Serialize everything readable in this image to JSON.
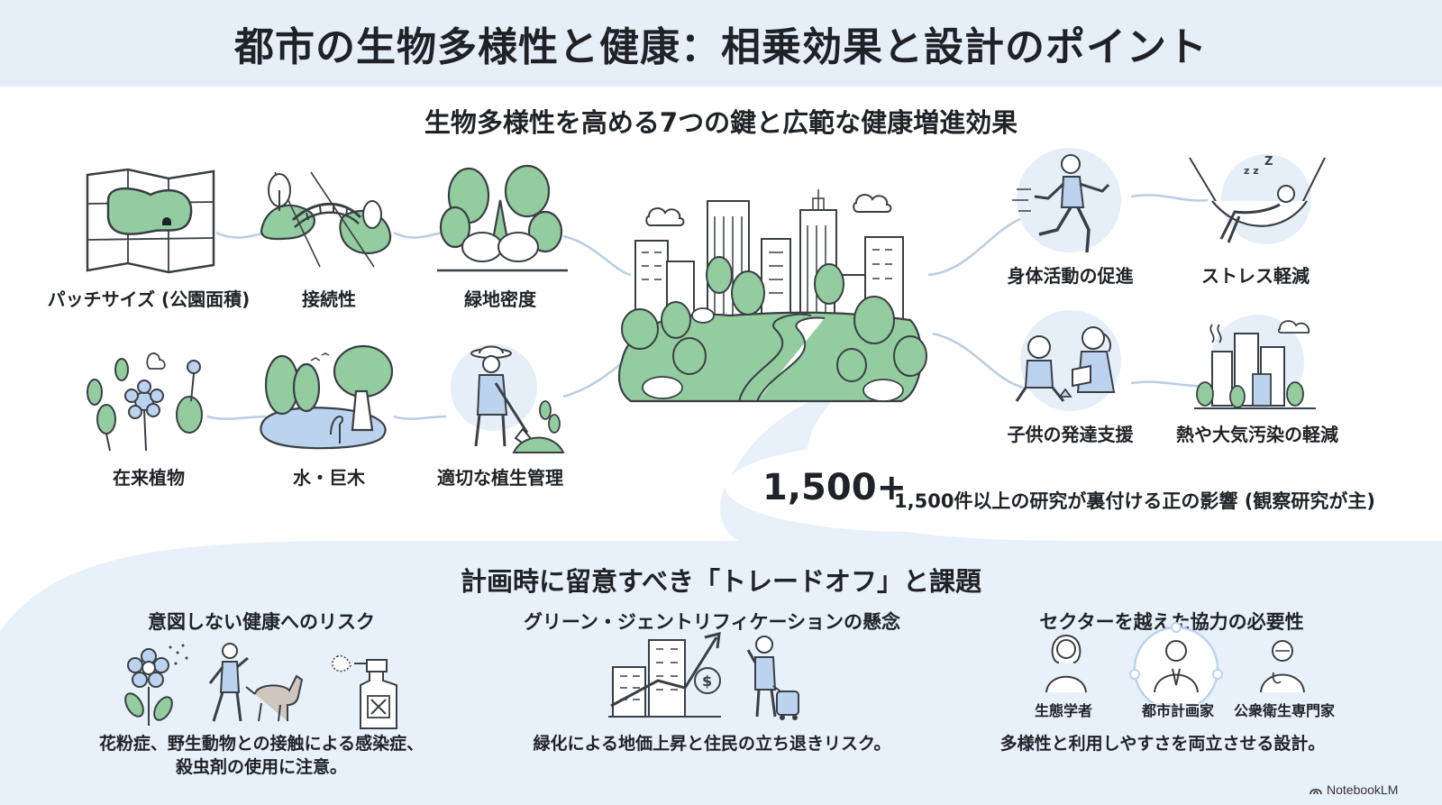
{
  "title": "都市の生物多様性と健康：相乗効果と設計のポイント",
  "top_section": {
    "heading": "生物多様性を高める7つの鍵と広範な健康増進効果",
    "keys": [
      {
        "label": "パッチサイズ (公園面積)",
        "icon": "park-map-icon"
      },
      {
        "label": "接続性",
        "icon": "bridge-icon"
      },
      {
        "label": "緑地密度",
        "icon": "trees-icon"
      },
      {
        "label": "在来植物",
        "icon": "native-plants-icon"
      },
      {
        "label": "水・巨木",
        "icon": "pond-tree-icon"
      },
      {
        "label": "適切な植生管理",
        "icon": "gardener-icon"
      }
    ],
    "benefits": [
      {
        "label": "身体活動の促進",
        "icon": "runner-icon"
      },
      {
        "label": "ストレス軽減",
        "icon": "hammock-icon"
      },
      {
        "label": "子供の発達支援",
        "icon": "children-play-icon"
      },
      {
        "label": "熱や大気汚染の軽減",
        "icon": "city-heat-icon"
      }
    ],
    "stat": {
      "value": "1,500+",
      "text": "1,500件以上の研究が裏付ける正の影響 (観察研究が主)"
    }
  },
  "bottom_section": {
    "heading": "計画時に留意すべき「トレードオフ」と課題",
    "columns": [
      {
        "title": "意図しない健康へのリスク",
        "desc_lines": [
          "花粉症、野生動物との接触による感染症、",
          "殺虫剤の使用に注意。"
        ]
      },
      {
        "title": "グリーン・ジェントリフィケーションの懸念",
        "desc_lines": [
          "緑化による地価上昇と住民の立ち退きリスク。"
        ]
      },
      {
        "title": "セクターを越えた協力の必要性",
        "desc_lines": [
          "多様性と利用しやすさを両立させる設計。"
        ],
        "roles": [
          "生態学者",
          "都市計画家",
          "公衆衛生専門家"
        ]
      }
    ]
  },
  "brand": "NotebookLM",
  "colors": {
    "header_bg": "#e6eef8",
    "band_bg": "#e8f0fa",
    "green": "#8fc99a",
    "blue": "#bcd3ef",
    "line": "#3a3f45"
  }
}
